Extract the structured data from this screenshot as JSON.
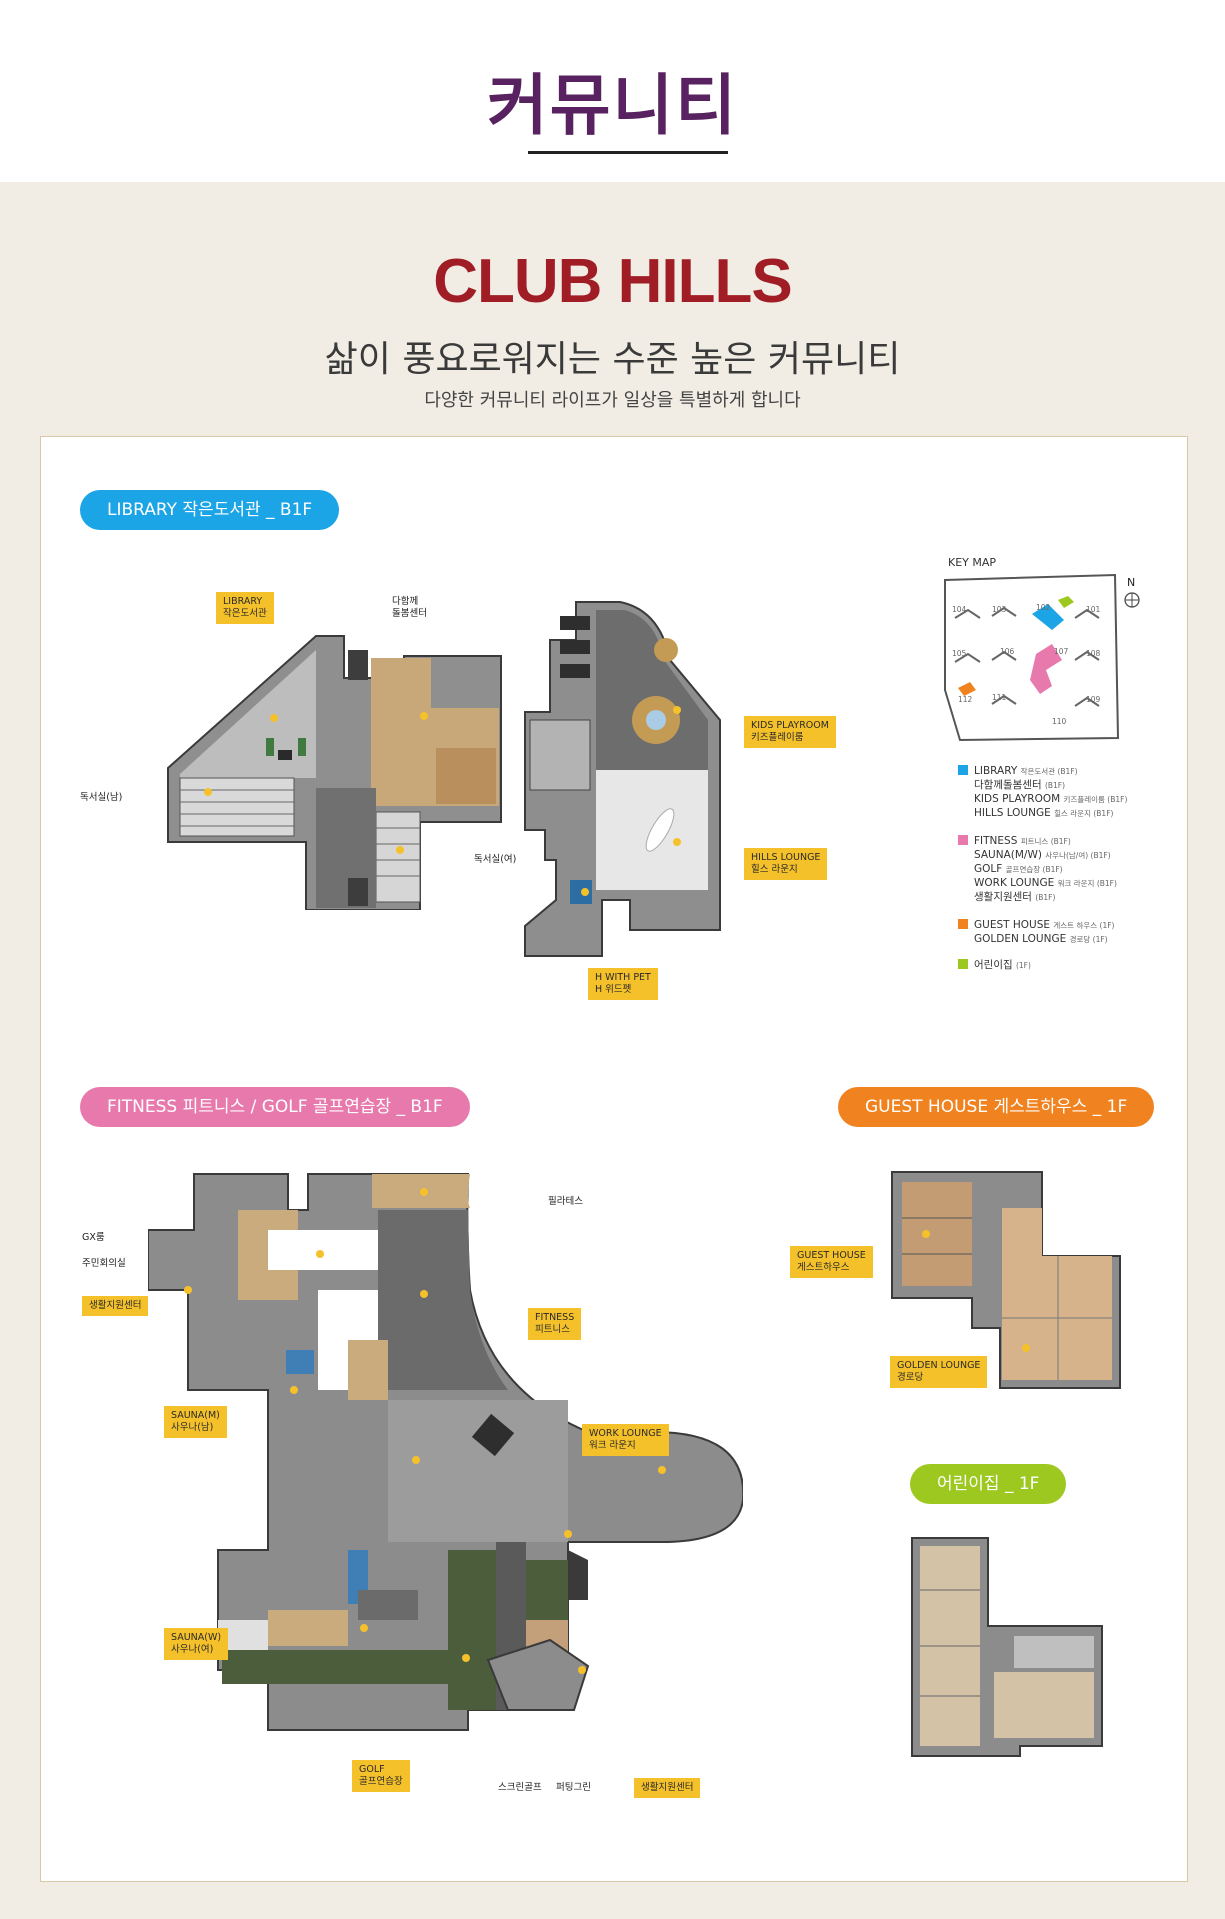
{
  "header": {
    "title": "커뮤니티"
  },
  "intro": {
    "brand": "CLUB HILLS",
    "subtitle": "삶이 풍요로워지는 수준 높은 커뮤니티",
    "description": "다양한 커뮤니티 라이프가 일상을 특별하게 합니다"
  },
  "sections": {
    "library": "LIBRARY 작은도서관 _ B1F",
    "fitness": "FITNESS 피트니스 / GOLF 골프연습장 _ B1F",
    "guest": "GUEST HOUSE 게스트하우스 _ 1F",
    "daycare": "어린이집 _ 1F"
  },
  "library_labels": {
    "library_en": "LIBRARY",
    "library_ko": "작은도서관",
    "care_1": "다함께",
    "care_2": "돌봄센터",
    "reading_m": "독서실(남)",
    "reading_f": "독서실(여)",
    "kids_en": "KIDS PLAYROOM",
    "kids_ko": "키즈플레이룸",
    "hills_en": "HILLS LOUNGE",
    "hills_ko": "힐스 라운지",
    "pet_en": "H WITH PET",
    "pet_ko": "H 위드펫"
  },
  "fitness_labels": {
    "pilates": "필라테스",
    "gx": "GX룸",
    "meeting": "주민회의실",
    "support_1": "생활지원센터",
    "fitness_en": "FITNESS",
    "fitness_ko": "피트니스",
    "sauna_m_en": "SAUNA(M)",
    "sauna_m_ko": "사우나(남)",
    "work_en": "WORK LOUNGE",
    "work_ko": "워크 라운지",
    "sauna_w_en": "SAUNA(W)",
    "sauna_w_ko": "사우나(여)",
    "golf_en": "GOLF",
    "golf_ko": "골프연습장",
    "screen_golf": "스크린골프",
    "putting": "퍼팅그린",
    "support_2": "생활지원센터"
  },
  "guest_labels": {
    "guest_en": "GUEST HOUSE",
    "guest_ko": "게스트하우스",
    "golden_en": "GOLDEN LOUNGE",
    "golden_ko": "경로당"
  },
  "keymap": {
    "title": "KEY MAP",
    "north": "N",
    "buildings": [
      "104",
      "103",
      "102",
      "101",
      "105",
      "106",
      "107",
      "108",
      "112",
      "111",
      "110",
      "109"
    ],
    "colors": {
      "blue": "#1ba4e6",
      "pink": "#e879ad",
      "orange": "#f0831f",
      "green": "#9cc820"
    },
    "legend": {
      "blue": [
        {
          "en": "LIBRARY",
          "ko": "작은도서관 (B1F)"
        },
        {
          "en": "다함께돌봄센터",
          "ko": "(B1F)"
        },
        {
          "en": "KIDS PLAYROOM",
          "ko": "키즈플레이룸 (B1F)"
        },
        {
          "en": "HILLS LOUNGE",
          "ko": "힐스 라운지 (B1F)"
        }
      ],
      "pink": [
        {
          "en": "FITNESS",
          "ko": "피트니스 (B1F)"
        },
        {
          "en": "SAUNA(M/W)",
          "ko": "사우나(남/여) (B1F)"
        },
        {
          "en": "GOLF",
          "ko": "골프연습장 (B1F)"
        },
        {
          "en": "WORK LOUNGE",
          "ko": "워크 라운지 (B1F)"
        },
        {
          "en": "생활지원센터",
          "ko": "(B1F)"
        }
      ],
      "orange": [
        {
          "en": "GUEST HOUSE",
          "ko": "게스트 하우스 (1F)"
        },
        {
          "en": "GOLDEN LOUNGE",
          "ko": "경로당 (1F)"
        }
      ],
      "green": [
        {
          "en": "어린이집",
          "ko": "(1F)"
        }
      ]
    }
  }
}
